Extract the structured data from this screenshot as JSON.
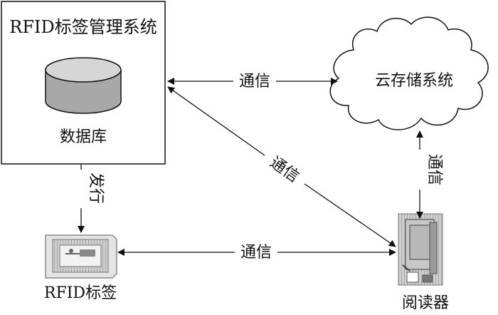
{
  "nodes": {
    "system": {
      "title": "RFID标签管理系统",
      "db_label": "数据库"
    },
    "cloud": {
      "label": "云存储系统"
    },
    "tag": {
      "label": "RFID标签"
    },
    "reader": {
      "label": "阅读器"
    }
  },
  "edges": {
    "system_cloud": "通信",
    "system_reader": "通信",
    "cloud_reader": "通信",
    "tag_reader": "通信",
    "system_tag": "发行"
  },
  "colors": {
    "line": "#111111",
    "cylinder_top": "#d6d6d6",
    "cylinder_body": "#a8a8a8",
    "tag_fill": "#dcdcdc",
    "reader_body": "#c8c8c8",
    "reader_screen": "#b8b8b8"
  }
}
